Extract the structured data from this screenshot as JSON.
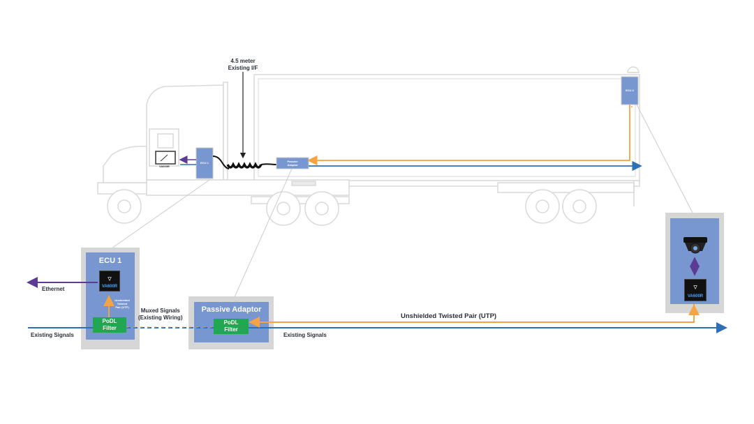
{
  "top_label": {
    "line1": "4.5 meter",
    "line2": "Existing I/F"
  },
  "truck": {
    "ecu1_small": "ECU 1",
    "ecu2_small": "ECU 2",
    "passive_small_line1": "Passive",
    "passive_small_line2": "Adaptor",
    "monitor_small": "VA600R"
  },
  "ecu1": {
    "title": "ECU 1",
    "chip_text": "VA600R",
    "utp_lines": [
      "Unshielded",
      "Twisted",
      "Pair (UTP)"
    ],
    "filter_lines": [
      "PoDL",
      "Filter"
    ]
  },
  "passive": {
    "title": "Passive Adaptor",
    "filter_lines": [
      "PoDL",
      "Filter"
    ]
  },
  "camera": {
    "chip_text": "VA600R"
  },
  "labels": {
    "ethernet": "Ethernet",
    "existing_left": "Existing Signals",
    "muxed_line1": "Muxed Signals",
    "muxed_line2": "(Existing Wiring)",
    "utp": "Unshielded Twisted Pair (UTP)",
    "existing_right": "Existing Signals"
  },
  "colors": {
    "blue_box": "#7896cf",
    "grey_frame": "#d6d6d6",
    "orange": "#f5a343",
    "blue_line": "#2f6fb5",
    "purple": "#5b3b94",
    "green": "#21a651"
  }
}
